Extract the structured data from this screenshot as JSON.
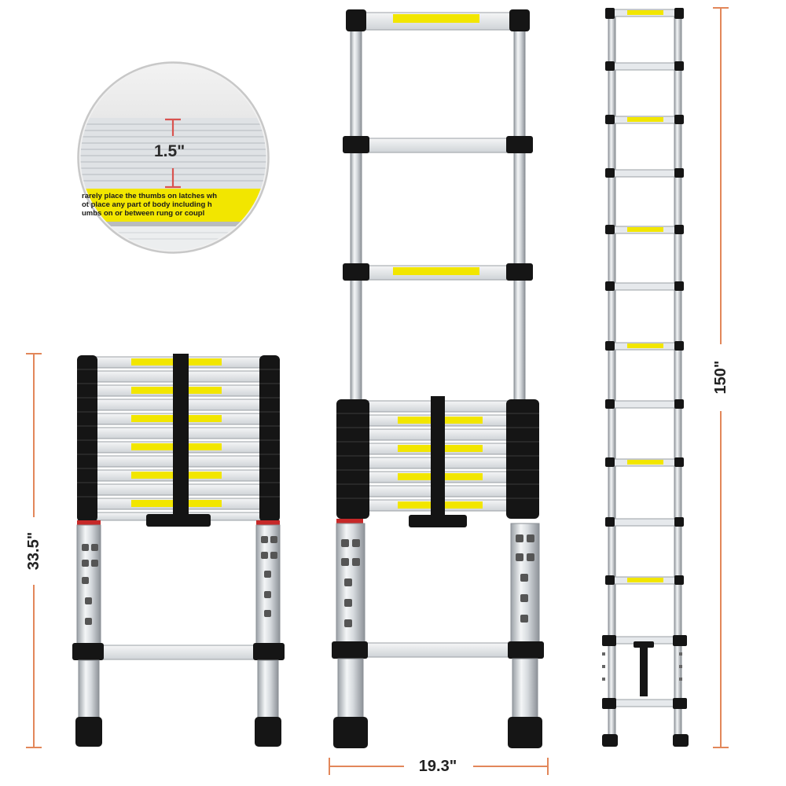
{
  "zoom_callout": {
    "rung_height_label": "1.5\"",
    "warning_lines": [
      "rarely place the thumbs on latches wh",
      "ot place any part of body including h",
      "umbs on or between rung or coupl"
    ]
  },
  "dimensions": {
    "collapsed_height": "33.5\"",
    "width": "19.3\"",
    "extended_height": "150\""
  },
  "colors": {
    "dimension_line": "#e2875a",
    "callout_marker": "#d9534f",
    "warning_yellow": "#f2e600",
    "aluminum": "#d9dde1",
    "black_part": "#151515"
  },
  "icons": {
    "zoom_callout": "magnifier-circle",
    "collapsed_ladder": "telescopic-ladder-collapsed",
    "partial_ladder": "telescopic-ladder-partially-extended",
    "extended_ladder": "telescopic-ladder-fully-extended"
  }
}
